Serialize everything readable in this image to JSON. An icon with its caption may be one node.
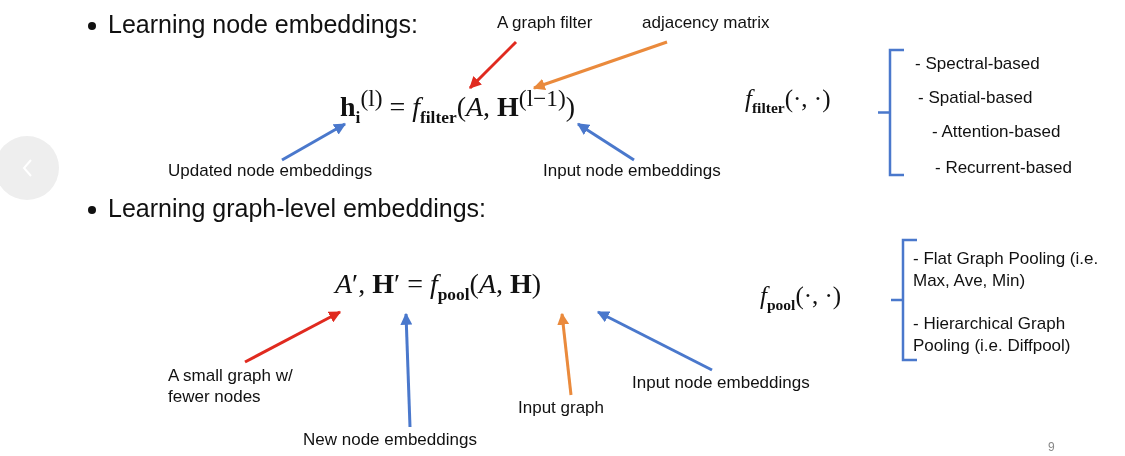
{
  "diagram": {
    "nodes": [
      {
        "text": [
          "A graph filter"
        ]
      },
      {
        "text": [
          "adjacency matrix"
        ]
      },
      {
        "text": [
          "Updated node embeddings"
        ]
      },
      {
        "text": [
          "Input node embeddings"
        ]
      },
      {
        "text": [
          "A small graph w/ fewer nodes"
        ]
      },
      {
        "text": [
          "New node embeddings"
        ]
      },
      {
        "text": [
          "Input graph"
        ]
      },
      {
        "text": [
          "Input node embeddings"
        ]
      },
      {
        "text": [
          "**h**$_{i}$$^{(l)}$ = *f*$_{filter}$(*A*, **H**$^{(l−1)}$)"
        ]
      },
      {
        "text": [
          "*A*′, **H**′ = *f*$_{pool}$(*A*, **H**)"
        ]
      }
    ],
    "edges": [
      {
        "from": 0,
        "to": 8,
        "arrow": "to",
        "color": "#e02a1f"
      },
      {
        "from": 1,
        "to": 8,
        "arrow": "to",
        "color": "#ea8a3c"
      },
      {
        "from": 2,
        "to": 8,
        "arrow": "to"
      },
      {
        "from": 3,
        "to": 8,
        "arrow": "to"
      },
      {
        "from": 4,
        "to": 9,
        "arrow": "to",
        "color": "#e02a1f"
      },
      {
        "from": 5,
        "to": 9,
        "arrow": "to"
      },
      {
        "from": 6,
        "to": 9,
        "arrow": "to",
        "color": "#ea8a3c"
      },
      {
        "from": 7,
        "to": 9,
        "arrow": "to"
      }
    ],
    "labels": [
      "Learning node embeddings:",
      "*f*$_{filter}$(·, ·)",
      "- Spectral-based",
      "- Spatial-based",
      "- Attention-based",
      "- Recurrent-based",
      "Learning graph-level embeddings:",
      "*f*$_{pool}$(·, ·)",
      "- Flat Graph Pooling (i.e. Max, Ave, Min)",
      "- Hierarchical Graph Pooling (i.e. Diffpool)",
      "9"
    ]
  }
}
